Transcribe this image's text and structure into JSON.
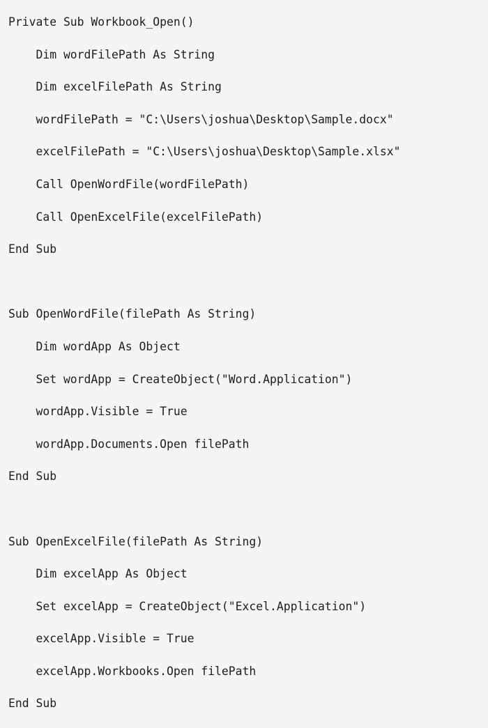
{
  "document": {
    "kind": "code-snippet",
    "language": "VBA",
    "background_color": "#f5f5f5",
    "text_color": "#1d1d1d",
    "indent_size": 4,
    "line_count": 21,
    "lines": [
      "Private Sub Workbook_Open()",
      "    Dim wordFilePath As String",
      "    Dim excelFilePath As String",
      "    wordFilePath = \"C:\\Users\\joshua\\Desktop\\Sample.docx\"",
      "    excelFilePath = \"C:\\Users\\joshua\\Desktop\\Sample.xlsx\"",
      "    Call OpenWordFile(wordFilePath)",
      "    Call OpenExcelFile(excelFilePath)",
      "End Sub",
      "",
      "Sub OpenWordFile(filePath As String)",
      "    Dim wordApp As Object",
      "    Set wordApp = CreateObject(\"Word.Application\")",
      "    wordApp.Visible = True",
      "    wordApp.Documents.Open filePath",
      "End Sub",
      "",
      "Sub OpenExcelFile(filePath As String)",
      "    Dim excelApp As Object",
      "    Set excelApp = CreateObject(\"Excel.Application\")",
      "    excelApp.Visible = True",
      "    excelApp.Workbooks.Open filePath",
      "End Sub"
    ]
  }
}
